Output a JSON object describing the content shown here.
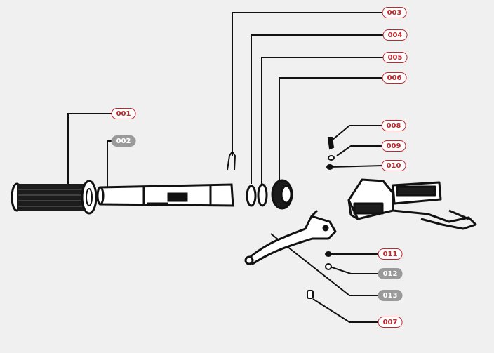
{
  "colors": {
    "background": "#f0f0f0",
    "line": "#111111",
    "label_active_border": "#c0282d",
    "label_active_text": "#c0282d",
    "label_inactive_fill": "#9a9a9a"
  },
  "parts": [
    {
      "id": "001",
      "label": "001",
      "state": "active"
    },
    {
      "id": "002",
      "label": "002",
      "state": "inactive"
    },
    {
      "id": "003",
      "label": "003",
      "state": "active"
    },
    {
      "id": "004",
      "label": "004",
      "state": "active"
    },
    {
      "id": "005",
      "label": "005",
      "state": "active"
    },
    {
      "id": "006",
      "label": "006",
      "state": "active"
    },
    {
      "id": "007",
      "label": "007",
      "state": "active"
    },
    {
      "id": "008",
      "label": "008",
      "state": "active"
    },
    {
      "id": "009",
      "label": "009",
      "state": "active"
    },
    {
      "id": "010",
      "label": "010",
      "state": "active"
    },
    {
      "id": "011",
      "label": "011",
      "state": "active"
    },
    {
      "id": "012",
      "label": "012",
      "state": "inactive"
    },
    {
      "id": "013",
      "label": "013",
      "state": "inactive"
    }
  ]
}
